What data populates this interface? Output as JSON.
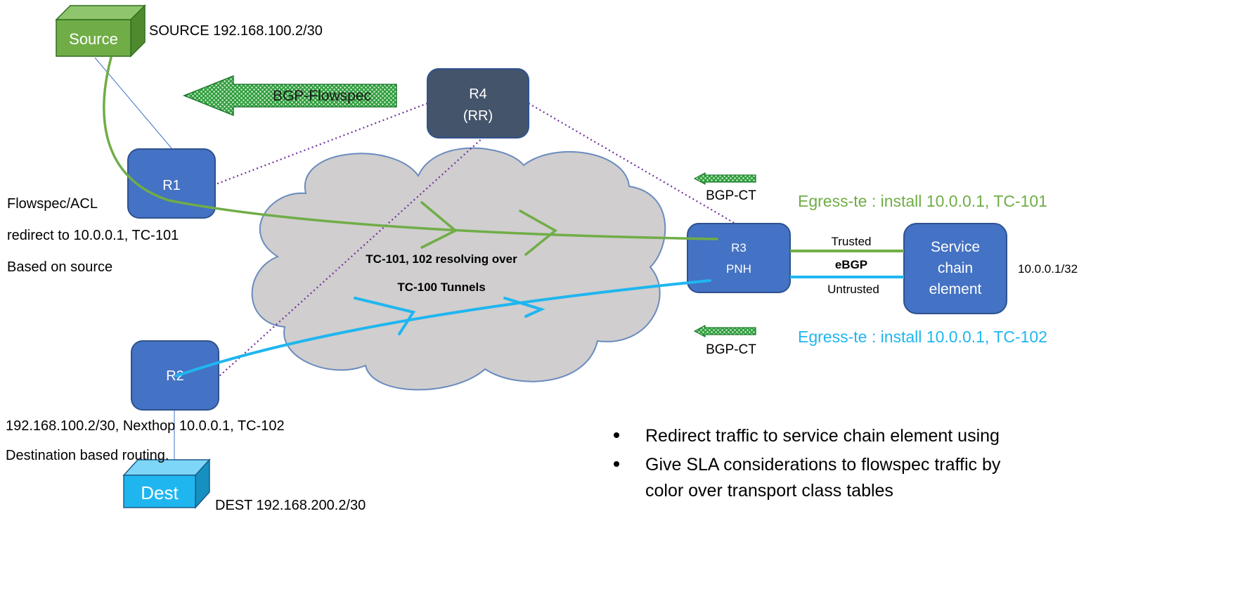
{
  "nodes": {
    "source": {
      "label": "Source",
      "info": "SOURCE 192.168.100.2/30"
    },
    "dest": {
      "label": "Dest",
      "info": "DEST 192.168.200.2/30"
    },
    "r1": {
      "label": "R1"
    },
    "r2": {
      "label": "R2"
    },
    "r3": {
      "line1": "R3",
      "line2": "PNH"
    },
    "r4": {
      "line1": "R4",
      "line2": "(RR)"
    },
    "service": {
      "line1": "Service",
      "line2": "chain",
      "line3": "element",
      "addr": "10.0.0.1/32"
    }
  },
  "arrows": {
    "flowspec": "BGP-Flowspec",
    "bgp_ct_top": "BGP-CT",
    "bgp_ct_bottom": "BGP-CT"
  },
  "cloud": {
    "line1": "TC-101, 102 resolving over",
    "line2": "TC-100 Tunnels"
  },
  "r1_notes": [
    "Flowspec/ACL",
    "redirect to 10.0.0.1, TC-101",
    "Based on source"
  ],
  "r2_notes": [
    "192.168.100.2/30, Nexthop 10.0.0.1, TC-102",
    "Destination based routing."
  ],
  "links": {
    "trusted": "Trusted",
    "ebgp": "eBGP",
    "untrusted": "Untrusted"
  },
  "egress": {
    "green": "Egress-te : install 10.0.0.1, TC-101",
    "blue": "Egress-te : install 10.0.0.1, TC-102"
  },
  "bullets": [
    "Redirect traffic to service chain element using",
    "Give SLA considerations to flowspec traffic by",
    "color over transport class tables"
  ],
  "colors": {
    "router": "#4472C4",
    "router_border": "#2F528F",
    "rr": "#44546A",
    "source": "#70AD47",
    "dest": "#1FB6F0",
    "green_path": "#70AD47",
    "blue_path": "#1FB6F0",
    "session": "#7030A0",
    "cloud": "#D0CECE"
  }
}
